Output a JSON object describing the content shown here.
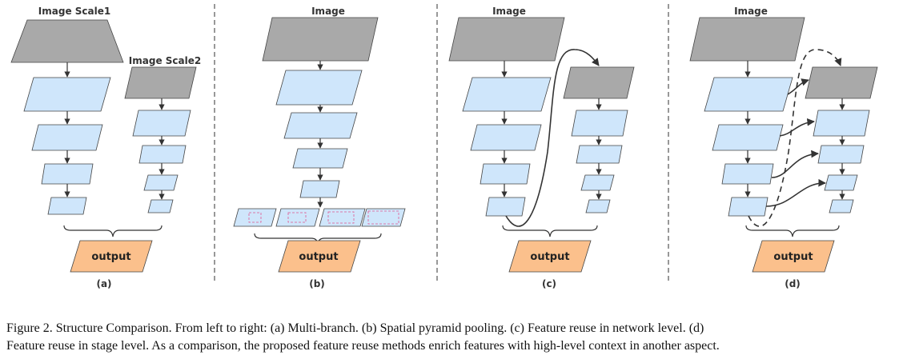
{
  "panels": [
    {
      "id": "a",
      "sub_label": "(a)",
      "input_label": "Image Scale1",
      "second_input_label": "Image Scale2",
      "output_label": "output"
    },
    {
      "id": "b",
      "sub_label": "(b)",
      "input_label": "Image",
      "output_label": "output"
    },
    {
      "id": "c",
      "sub_label": "(c)",
      "input_label": "Image",
      "output_label": "output"
    },
    {
      "id": "d",
      "sub_label": "(d)",
      "input_label": "Image",
      "output_label": "output"
    }
  ],
  "caption": {
    "line1": "Figure 2. Structure Comparison. From left to right: (a) Multi-branch. (b) Spatial pyramid pooling. (c) Feature reuse in network level. (d)",
    "line2": "Feature reuse in stage level. As a comparison, the proposed feature reuse methods enrich features with high-level context in another aspect."
  },
  "colors": {
    "image_fill": "#a9a9a9",
    "feature_fill": "#cfe6fb",
    "output_fill": "#fbc08c",
    "pooling_marker": "#e05590"
  }
}
